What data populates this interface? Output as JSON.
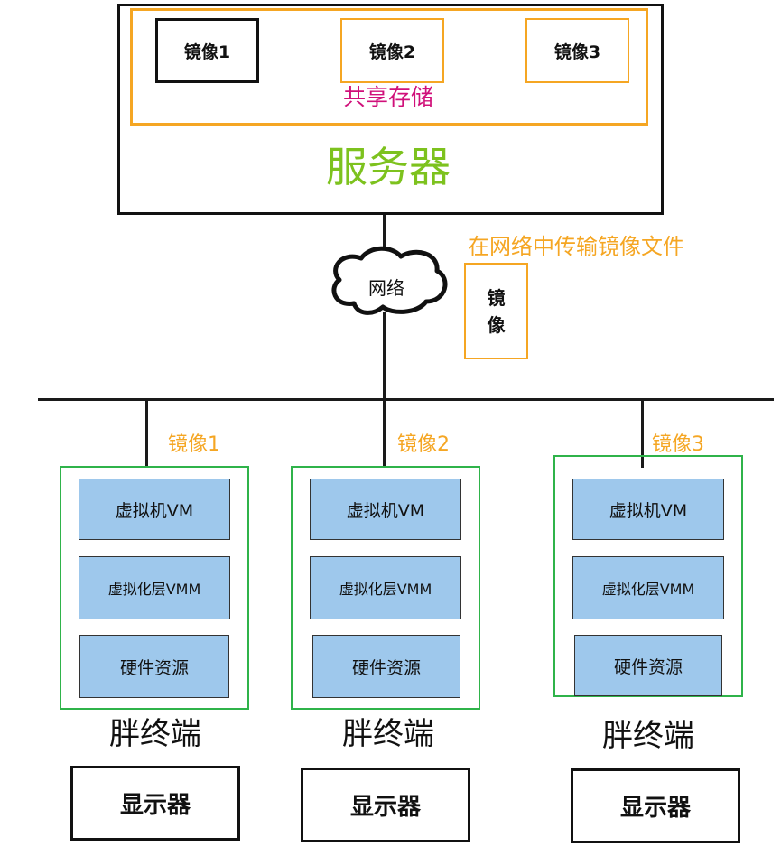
{
  "server": {
    "title": "服务器",
    "storage_label": "共享存储",
    "images": [
      "镜像1",
      "镜像2",
      "镜像3"
    ]
  },
  "network": {
    "label": "网络",
    "transfer_label": "在网络中传输镜像文件",
    "moving_image_line1": "镜",
    "moving_image_line2": "像"
  },
  "clients": [
    {
      "image_label": "镜像1",
      "vm": "虚拟机VM",
      "vmm": "虚拟化层VMM",
      "hardware": "硬件资源",
      "terminal": "胖终端",
      "display": "显示器"
    },
    {
      "image_label": "镜像2",
      "vm": "虚拟机VM",
      "vmm": "虚拟化层VMM",
      "hardware": "硬件资源",
      "terminal": "胖终端",
      "display": "显示器"
    },
    {
      "image_label": "镜像3",
      "vm": "虚拟机VM",
      "vmm": "虚拟化层VMM",
      "hardware": "硬件资源",
      "terminal": "胖终端",
      "display": "显示器"
    }
  ],
  "colors": {
    "storage_border": "#f5a623",
    "storage_label": "#d0107a",
    "server_label": "#7dc21e",
    "client_border": "#2fb34a",
    "layer_fill": "#9ec8ec"
  }
}
